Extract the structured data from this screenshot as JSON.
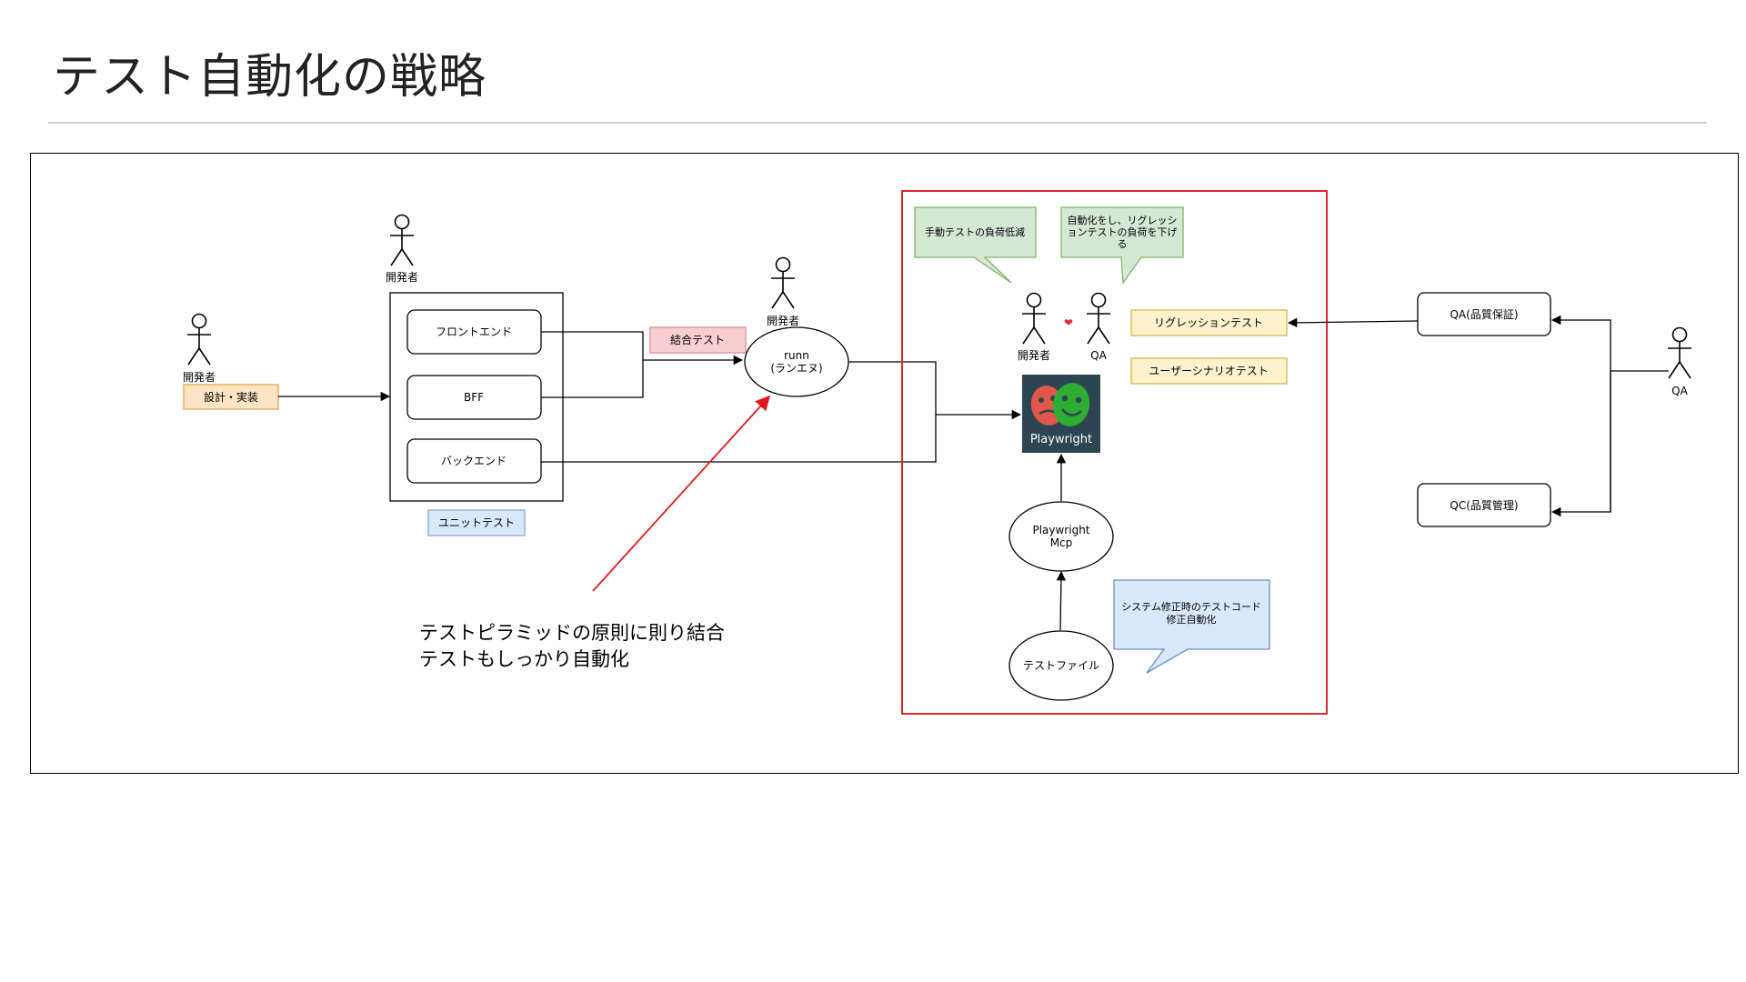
{
  "slide": {
    "title": "テスト自動化の戦略"
  },
  "colors": {
    "red_frame": "#d9262c",
    "arrow_red": "#e0191f",
    "design_note_fill": "#fce4c4",
    "design_note_stroke": "#e0a84c",
    "integration_fill": "#f8cfd0",
    "integration_stroke": "#dc8e93",
    "unit_fill": "#dae8fc",
    "unit_stroke": "#8aa7cf",
    "callout_green_fill": "#d5e8d4",
    "callout_green_stroke": "#82b366",
    "yellow_fill": "#fff2cc",
    "yellow_stroke": "#d6b656",
    "callout_blue_fill": "#dae8fc",
    "callout_blue_stroke": "#6c8ebf",
    "playwright_bg": "#2d4552",
    "mask_red": "#e2574c",
    "mask_green": "#2ead33"
  },
  "diagram": {
    "actors": {
      "dev_left": "開発者",
      "dev_top": "開発者",
      "dev_mid": "開発者",
      "dev_right": "開発者",
      "qa_right": "QA",
      "qa_far": "QA"
    },
    "design_note": "設計・実装",
    "components": [
      "フロントエンド",
      "BFF",
      "バックエンド"
    ],
    "unit_test": "ユニットテスト",
    "integration_test": "結合テスト",
    "runn": {
      "line1": "runn",
      "line2": "(ランエヌ)"
    },
    "callouts": {
      "manual": "手動テストの負荷低減",
      "regression_lines": [
        "自動化をし、リグレッシ",
        "ョンテストの負荷を下げ",
        "る"
      ],
      "system_fix_lines": [
        "システム修正時のテストコード",
        "修正自動化"
      ]
    },
    "heart": "❤",
    "regression_test": "リグレッションテスト",
    "user_scenario_test": "ユーザーシナリオテスト",
    "playwright_logo_text": "Playwright",
    "playwright_mcp": {
      "line1": "Playwright",
      "line2": "Mcp"
    },
    "test_file": "テストファイル",
    "qa_assurance": "QA(品質保証)",
    "qc_control": "QC(品質管理)",
    "annotation": {
      "line1": "テストピラミッドの原則に則り結合",
      "line2": "テストもしっかり自動化"
    }
  }
}
